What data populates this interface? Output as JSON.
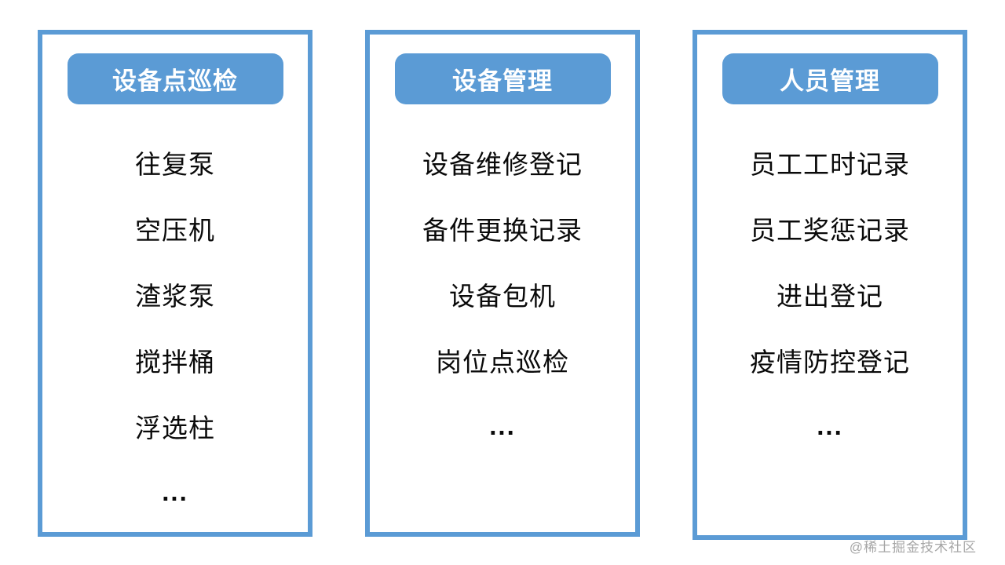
{
  "colors": {
    "accent_blue": "#5b9bd5",
    "panel_border": "#5b9bd5",
    "header_text": "#ffffff",
    "item_text": "#0a0a0a",
    "watermark_gray": "#a6a6a6",
    "background": "#ffffff"
  },
  "columns": [
    {
      "header": "设备点巡检",
      "items": [
        "往复泵",
        "空压机",
        "渣浆泵",
        "搅拌桶",
        "浮选柱",
        "..."
      ]
    },
    {
      "header": "设备管理",
      "items": [
        "设备维修登记",
        "备件更换记录",
        "设备包机",
        "岗位点巡检",
        "..."
      ]
    },
    {
      "header": "人员管理",
      "items": [
        "员工工时记录",
        "员工奖惩记录",
        "进出登记",
        "疫情防控登记",
        "..."
      ]
    }
  ],
  "watermark": "@稀土掘金技术社区"
}
